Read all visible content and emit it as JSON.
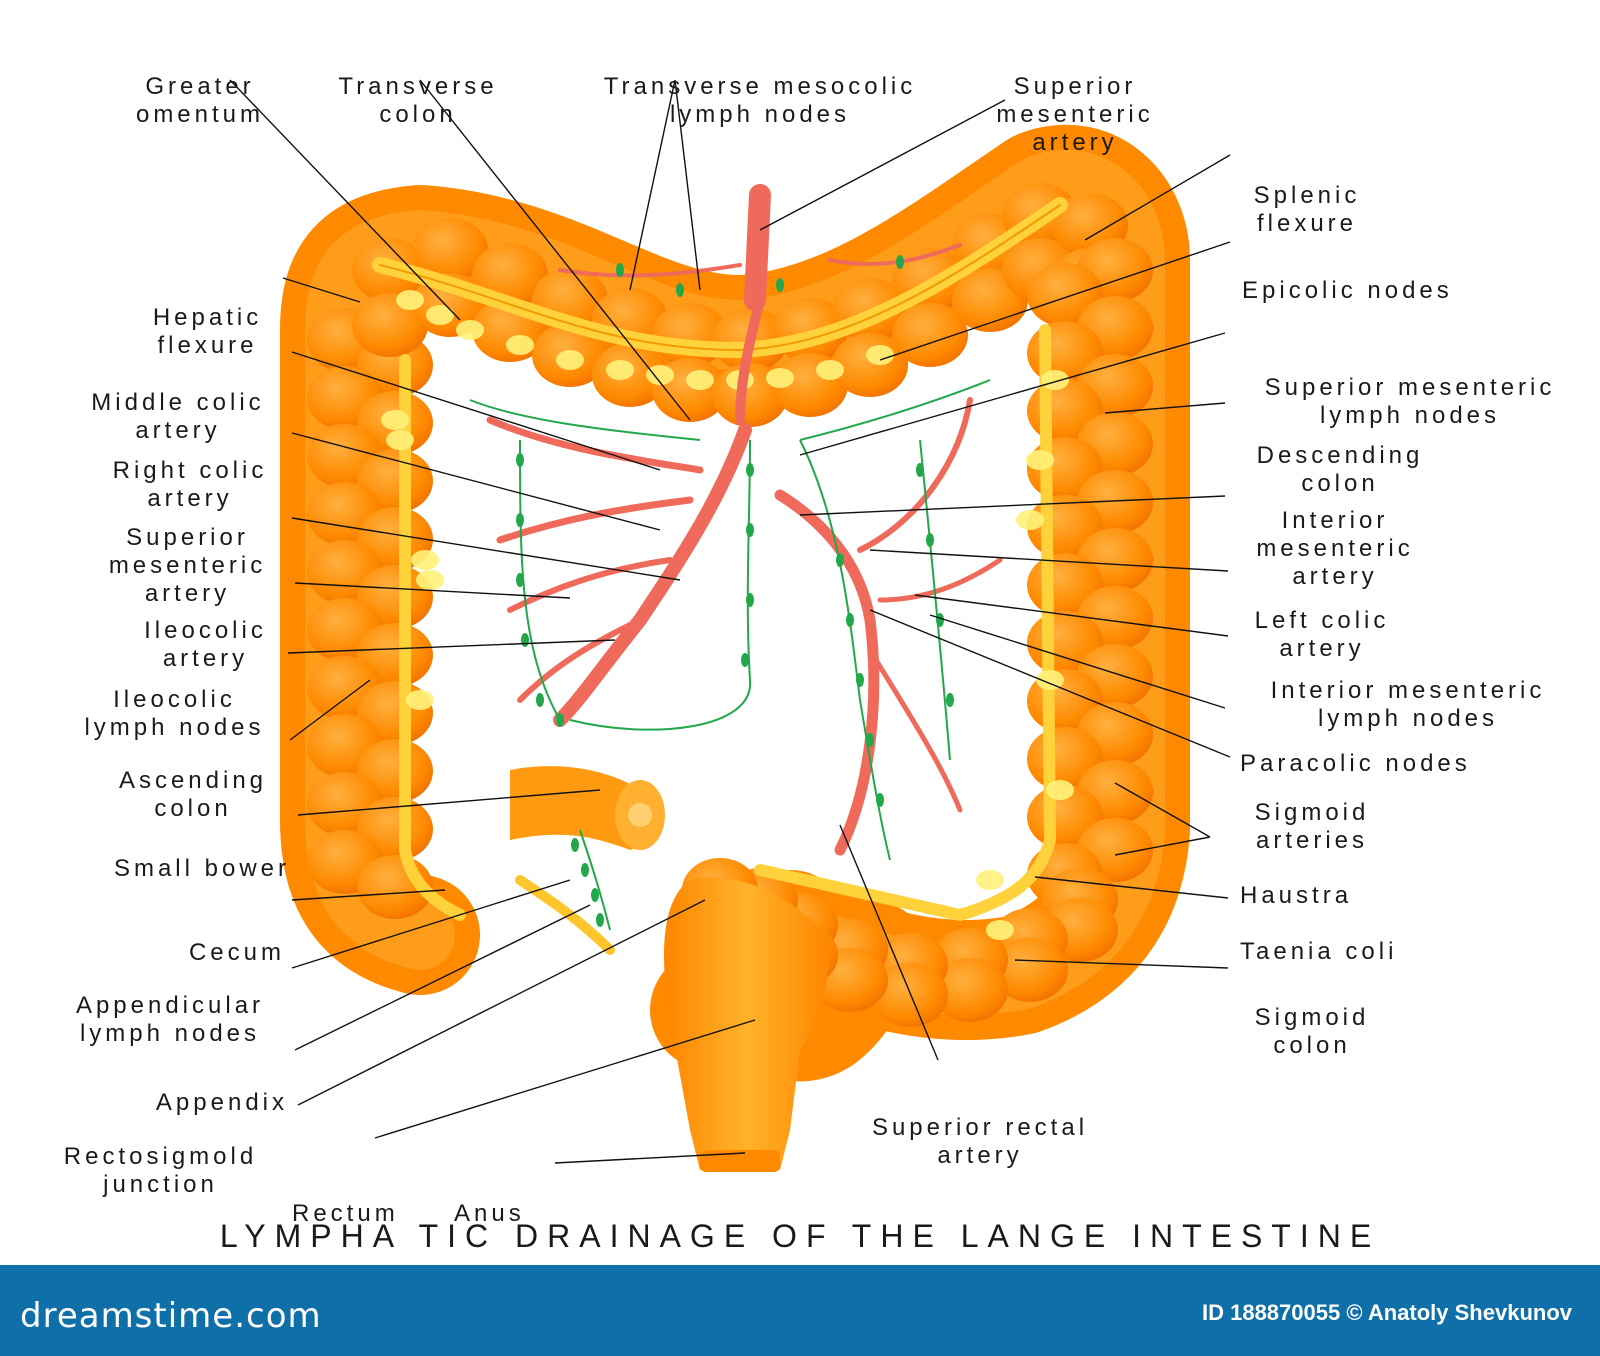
{
  "labels": {
    "greater_omentum": [
      "Greater",
      "omentum"
    ],
    "transverse_colon": [
      "Transverse",
      "colon"
    ],
    "transverse_mesocolic": [
      "Transverse mesocolic",
      "lymph nodes"
    ],
    "superior_mesenteric_artery_top": [
      "Superior",
      "mesenteric",
      "artery"
    ],
    "splenic_flexure": [
      "Splenic",
      "flexure"
    ],
    "epicolic_nodes": [
      "Epicolic nodes"
    ],
    "superior_mesenteric_lymph": [
      "Superior mesenteric",
      "lymph nodes"
    ],
    "descending_colon": [
      "Descending",
      "colon"
    ],
    "interior_mesenteric_artery": [
      "Interior",
      "mesenteric",
      "artery"
    ],
    "left_colic_artery": [
      "Left colic",
      "artery"
    ],
    "interior_mesenteric_lymph": [
      "Interior mesenteric",
      "lymph nodes"
    ],
    "paracolic_nodes": [
      "Paracolic nodes"
    ],
    "sigmoid_arteries": [
      "Sigmoid",
      "arteries"
    ],
    "haustra": [
      "Haustra"
    ],
    "taenia_coli": [
      "Taenia coli"
    ],
    "sigmoid_colon": [
      "Sigmoid",
      "colon"
    ],
    "superior_rectal_artery": [
      "Superior rectal",
      "artery"
    ],
    "hepatic_flexure": [
      "Hepatic",
      "flexure"
    ],
    "middle_colic_artery": [
      "Middle colic",
      "artery"
    ],
    "right_colic_artery": [
      "Right colic",
      "artery"
    ],
    "superior_mesenteric_artery_left": [
      "Superior",
      "mesenteric",
      "artery"
    ],
    "ileocolic_artery": [
      "Ileocolic",
      "artery"
    ],
    "ileocolic_lymph": [
      "Ileocolic",
      "lymph nodes"
    ],
    "ascending_colon": [
      "Ascending",
      "colon"
    ],
    "small_bower": [
      "Small bower"
    ],
    "cecum": [
      "Cecum"
    ],
    "appendicular_lymph": [
      "Appendicular",
      "lymph nodes"
    ],
    "appendix": [
      "Appendix"
    ],
    "rectosigmoid": [
      "Rectosigmold",
      "junction"
    ],
    "rectum": [
      "Rectum"
    ],
    "anus": [
      "Anus"
    ]
  },
  "title": "LYMPHA TIC DRAINAGE OF THE LANGE INTESTINE",
  "footer": {
    "brand": "dreamstime.com",
    "credit": "ID 188870055 © Anatoly Shevkunov",
    "bar_color": "#0f6fa8"
  },
  "colors": {
    "colon": "#ff8c00",
    "taenia": "#ffd23c",
    "artery": "#ef6a5a",
    "lymph": "#22a84a",
    "nodes": "#fff27a"
  }
}
